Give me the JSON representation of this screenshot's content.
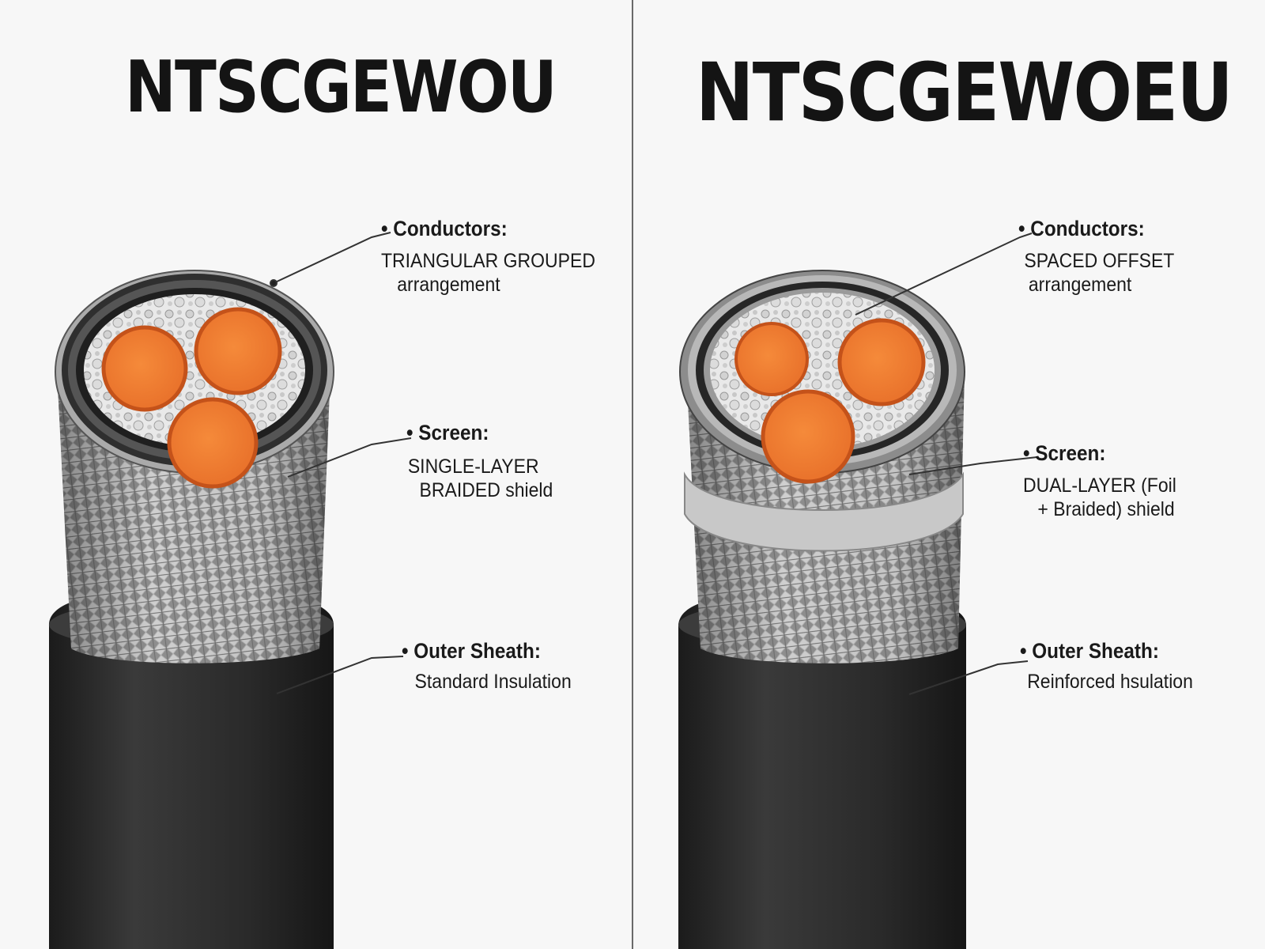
{
  "left": {
    "title": "NTSCGEWOU",
    "conductors": {
      "heading": "Conductors:",
      "line1": "TRIANGULAR GROUPED",
      "line2": "arrangement"
    },
    "screen": {
      "heading": "Screen:",
      "line1": "SINGLE-LAYER",
      "line2": "BRAIDED shield"
    },
    "sheath": {
      "heading": "Outer Sheath:",
      "line1": "Standard Insulation"
    }
  },
  "right": {
    "title": "NTSCGEWOEU",
    "conductors": {
      "heading": "Conductors:",
      "line1": "SPACED OFFSET",
      "line2": "arrangement"
    },
    "screen": {
      "heading": "Screen:",
      "line1": "DUAL-LAYER (Foil",
      "line2": "+ Braided) shield"
    },
    "sheath": {
      "heading": "Outer Sheath:",
      "line1": "Reinforced hsulation"
    }
  },
  "colors": {
    "conductor": "#f07f2e",
    "conductor_rim": "#c4521a",
    "sheath": "#2d2d2d",
    "braid": "#a8a8a8",
    "background": "#f7f7f7"
  }
}
